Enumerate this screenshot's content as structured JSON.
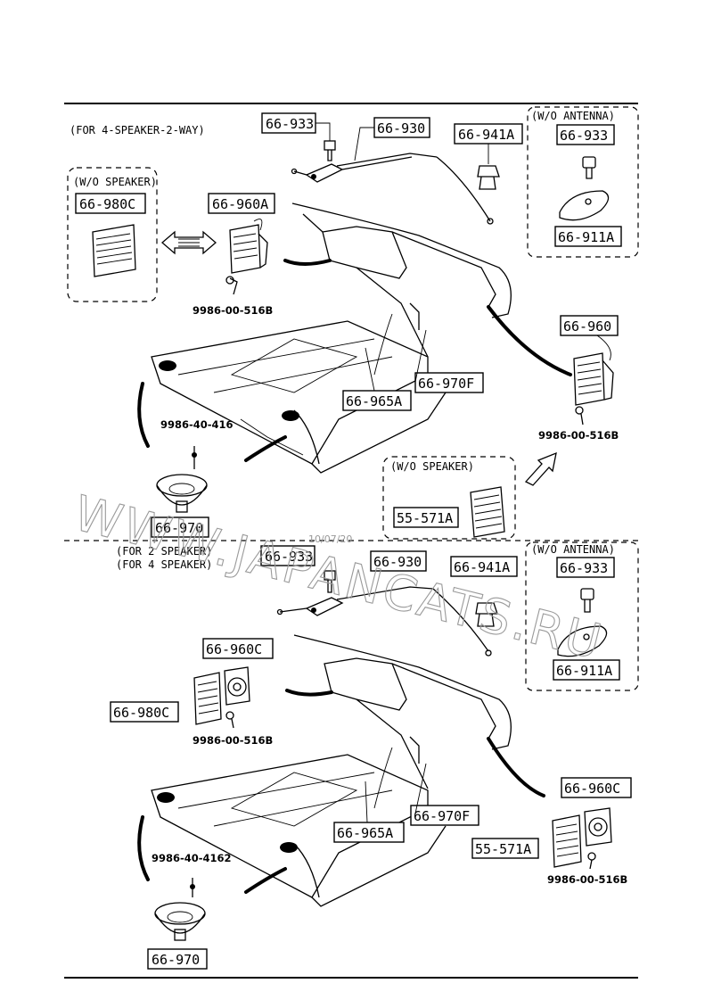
{
  "sections": {
    "top": {
      "caption": "(FOR 4-SPEAKER-2-WAY)",
      "wo_speaker_title": "(W/O SPEAKER)",
      "wo_antenna_title": "(W/O ANTENNA)",
      "wo_speaker_lower_title": "(W/O SPEAKER)"
    },
    "bottom": {
      "caption_1": "(FOR 2 SPEAKER)",
      "caption_2": "(FOR 4 SPEAKER)",
      "wo_antenna_title": "(W/O ANTENNA)"
    }
  },
  "parts": {
    "top": {
      "p66933": "66-933",
      "p66930": "66-930",
      "p66941A": "66-941A",
      "p66933_antenna": "66-933",
      "p66911A": "66-911A",
      "p66980C": "66-980C",
      "p66960A": "66-960A",
      "p66960": "66-960",
      "p66970F": "66-970F",
      "p66965A": "66-965A",
      "p55571A": "55-571A",
      "p66970": "66-970"
    },
    "bottom": {
      "p66933": "66-933",
      "p66930": "66-930",
      "p66941A": "66-941A",
      "p66933_antenna": "66-933",
      "p66911A": "66-911A",
      "p66960C_left": "66-960C",
      "p66980C": "66-980C",
      "p66970F": "66-970F",
      "p66965A": "66-965A",
      "p66960C_right": "66-960C",
      "p55571A": "55-571A",
      "p66970": "66-970"
    }
  },
  "screws": {
    "top": {
      "s_left": "9986-00-516B",
      "s_right": "9986-00-516B",
      "s_rear": "9986-40-416"
    },
    "bottom": {
      "s_left": "9986-00-516B",
      "s_right": "9986-00-516B",
      "s_rear": "9986-40-4162"
    }
  },
  "watermark": {
    "text": "WWW.JAPANCATS.RU",
    "stamp": "10/07/20"
  }
}
